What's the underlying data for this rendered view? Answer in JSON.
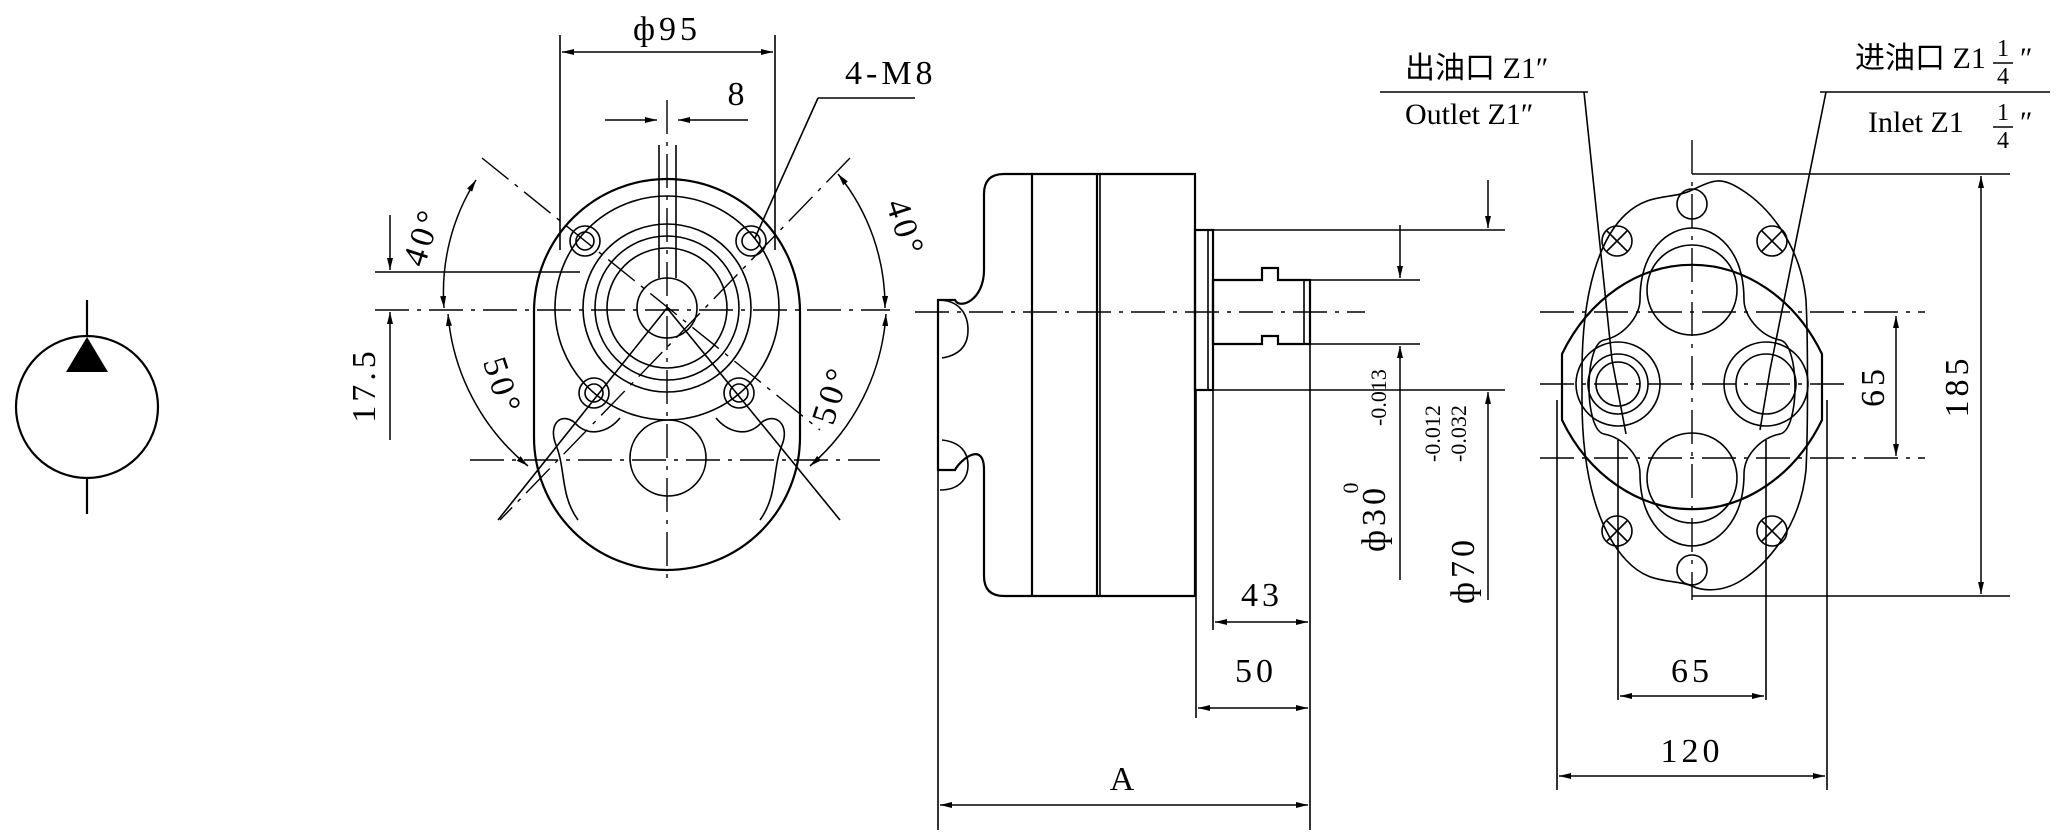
{
  "colors": {
    "body_fill": "#a6cde9",
    "line": "#000000",
    "background": "#ffffff"
  },
  "symbol": {
    "icon": "hydraulic-pump-symbol-icon"
  },
  "front_view": {
    "dim_bolt_circle": "ф95",
    "dim_key_width": "8",
    "thread_callout": "4-M8",
    "angle_upper_left": "40°",
    "angle_upper_right": "40°",
    "angle_lower_left": "50°",
    "angle_lower_right": "50°",
    "dim_offset": "17.5"
  },
  "side_view": {
    "dim_shaft_dia": "ф30",
    "dim_shaft_tol_upper": "0",
    "dim_shaft_tol_lower": "-0.013",
    "dim_pilot_dia": "ф70",
    "dim_pilot_tol_upper": "-0.012",
    "dim_pilot_tol_lower": "-0.032",
    "dim_shaft_length": "43",
    "dim_flange_to_end": "50",
    "dim_overall_length": "A"
  },
  "rear_view": {
    "outlet_label_cn": "出油口",
    "outlet_thread": "Z1″",
    "outlet_label_en": "Outlet",
    "inlet_label_cn": "进油口",
    "inlet_label_en": "Inlet",
    "inlet_thread_whole": "Z1",
    "inlet_thread_num": "1",
    "inlet_thread_den": "4",
    "inlet_thread_unit": "″",
    "dim_port_spacing": "65",
    "dim_height": "185",
    "dim_bolt_spacing": "65",
    "dim_width": "120"
  }
}
